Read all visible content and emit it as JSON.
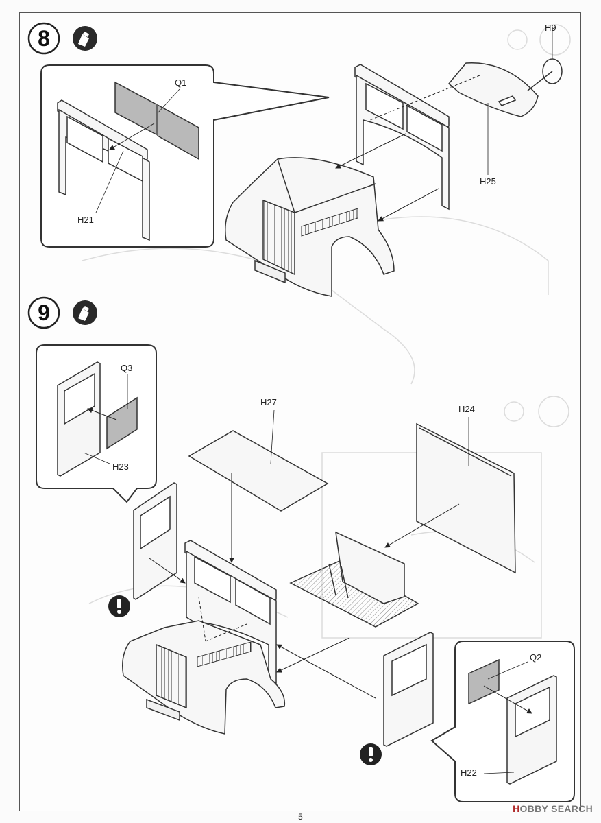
{
  "steps": [
    {
      "number": "8",
      "icon": "glue-icon"
    },
    {
      "number": "9",
      "icon": "glue-icon"
    }
  ],
  "parts": {
    "q1": "Q1",
    "h9": "H9",
    "h21": "H21",
    "h25": "H25",
    "q3": "Q3",
    "h23": "H23",
    "h27": "H27",
    "h24": "H24",
    "q2": "Q2",
    "h22": "H22"
  },
  "footer": {
    "page_number": "5",
    "watermark_brand": "H",
    "watermark_rest": "OBBY SEARCH"
  },
  "colors": {
    "line": "#333333",
    "clear_part_fill": "#b9b9b9",
    "ghost": "#d8d8d8"
  }
}
